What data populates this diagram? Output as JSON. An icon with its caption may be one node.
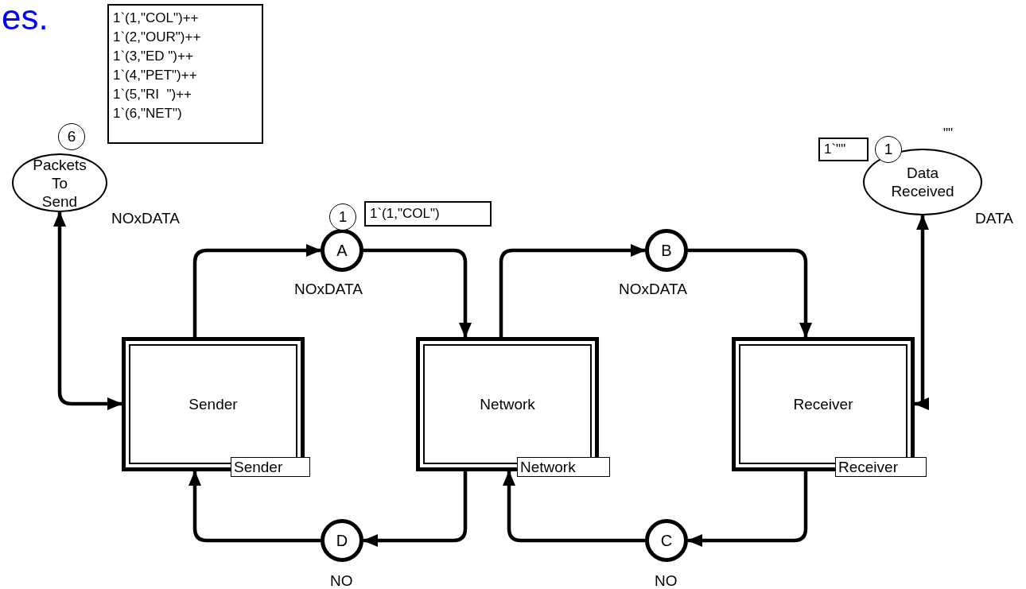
{
  "diagram": {
    "nodes": [
      {
        "text": [
          "Packets To Send"
        ],
        "beside": [
          "NOxDATA"
        ]
      },
      {
        "text": [
          "6"
        ]
      },
      {
        "text": [
          "1`(1,\"COL\")++",
          "1`(2,\"OUR\")++",
          "1`(3,\"ED \")++",
          "1`(4,\"PET\")++",
          "1`(5,\"RI  \")++",
          "1`(6,\"NET\")"
        ]
      },
      {
        "text": [
          "A"
        ],
        "beside": [
          "NOxDATA"
        ]
      },
      {
        "text": [
          "1"
        ]
      },
      {
        "text": [
          "1`(1,\"COL\")"
        ]
      },
      {
        "text": [
          "B"
        ],
        "beside": [
          "NOxDATA"
        ]
      },
      {
        "text": [
          "Data Received"
        ],
        "beside": [
          "DATA"
        ]
      },
      {
        "text": [
          "1"
        ]
      },
      {
        "text": [
          "1`\"\""
        ]
      },
      {
        "text": [
          "Sender"
        ]
      },
      {
        "text": [
          "Sender"
        ]
      },
      {
        "text": [
          "Network"
        ]
      },
      {
        "text": [
          "Network"
        ]
      },
      {
        "text": [
          "Receiver"
        ]
      },
      {
        "text": [
          "Receiver"
        ]
      },
      {
        "text": [
          "D"
        ],
        "beside": [
          "NO"
        ]
      },
      {
        "text": [
          "C"
        ],
        "beside": [
          "NO"
        ]
      }
    ],
    "edges": [
      {
        "from": 10,
        "to": 0,
        "arrow": "both"
      },
      {
        "from": 10,
        "to": 3,
        "arrow": "to"
      },
      {
        "from": 3,
        "to": 12,
        "arrow": "to"
      },
      {
        "from": 12,
        "to": 6,
        "arrow": "to"
      },
      {
        "from": 6,
        "to": 14,
        "arrow": "to"
      },
      {
        "from": 14,
        "to": 7,
        "arrow": "both"
      },
      {
        "from": 14,
        "to": 17,
        "arrow": "to"
      },
      {
        "from": 17,
        "to": 12,
        "arrow": "to"
      },
      {
        "from": 12,
        "to": 16,
        "arrow": "to"
      },
      {
        "from": 16,
        "to": 10,
        "arrow": "to"
      }
    ],
    "labels": [
      "es.",
      "\"\""
    ]
  }
}
